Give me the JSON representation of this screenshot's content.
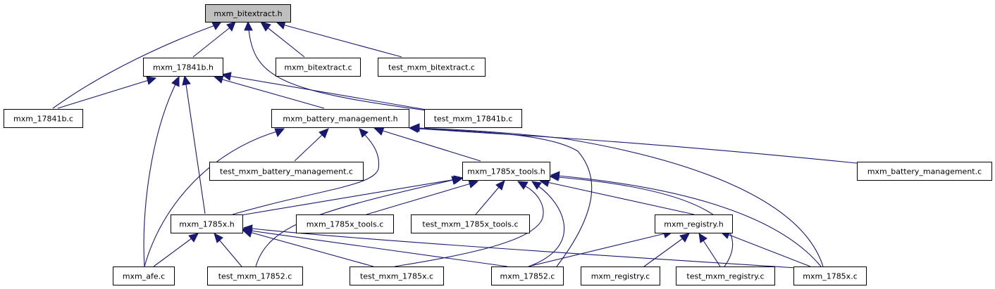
{
  "diagram": {
    "type": "include-dependency-graph",
    "colors": {
      "edge": "#191970",
      "root_fill": "#bfbfbf",
      "node_fill": "#ffffff",
      "node_border": "#000000"
    },
    "nodes": [
      {
        "id": "bitextract_h",
        "label": "mxm_bitextract.h",
        "root": true
      },
      {
        "id": "n17841b_h",
        "label": "mxm_17841b.h"
      },
      {
        "id": "bitextract_c",
        "label": "mxm_bitextract.c"
      },
      {
        "id": "test_bitextract_c",
        "label": "test_mxm_bitextract.c"
      },
      {
        "id": "n17841b_c",
        "label": "mxm_17841b.c"
      },
      {
        "id": "battmgmt_h",
        "label": "mxm_battery_management.h"
      },
      {
        "id": "test_17841b_c",
        "label": "test_mxm_17841b.c"
      },
      {
        "id": "test_battmgmt_c",
        "label": "test_mxm_battery_management.c"
      },
      {
        "id": "tools_h",
        "label": "mxm_1785x_tools.h"
      },
      {
        "id": "battmgmt_c",
        "label": "mxm_battery_management.c"
      },
      {
        "id": "n1785x_h",
        "label": "mxm_1785x.h"
      },
      {
        "id": "tools_c",
        "label": "mxm_1785x_tools.c"
      },
      {
        "id": "test_tools_c",
        "label": "test_mxm_1785x_tools.c"
      },
      {
        "id": "registry_h",
        "label": "mxm_registry.h"
      },
      {
        "id": "afe_c",
        "label": "mxm_afe.c"
      },
      {
        "id": "test_17852_c",
        "label": "test_mxm_17852.c"
      },
      {
        "id": "test_1785x_c",
        "label": "test_mxm_1785x.c"
      },
      {
        "id": "n17852_c",
        "label": "mxm_17852.c"
      },
      {
        "id": "registry_c",
        "label": "mxm_registry.c"
      },
      {
        "id": "test_registry_c",
        "label": "test_mxm_registry.c"
      },
      {
        "id": "n1785x_c",
        "label": "mxm_1785x.c"
      }
    ],
    "edges": [
      {
        "from": "n17841b_h",
        "to": "bitextract_h"
      },
      {
        "from": "bitextract_c",
        "to": "bitextract_h"
      },
      {
        "from": "test_bitextract_c",
        "to": "bitextract_h"
      },
      {
        "from": "n17841b_c",
        "to": "bitextract_h"
      },
      {
        "from": "test_17841b_c",
        "to": "bitextract_h"
      },
      {
        "from": "n17841b_c",
        "to": "n17841b_h"
      },
      {
        "from": "battmgmt_h",
        "to": "n17841b_h"
      },
      {
        "from": "test_17841b_c",
        "to": "n17841b_h"
      },
      {
        "from": "n1785x_h",
        "to": "n17841b_h"
      },
      {
        "from": "afe_c",
        "to": "n17841b_h"
      },
      {
        "from": "test_battmgmt_c",
        "to": "battmgmt_h"
      },
      {
        "from": "tools_h",
        "to": "battmgmt_h"
      },
      {
        "from": "battmgmt_c",
        "to": "battmgmt_h"
      },
      {
        "from": "n1785x_h",
        "to": "battmgmt_h"
      },
      {
        "from": "afe_c",
        "to": "battmgmt_h"
      },
      {
        "from": "n17852_c",
        "to": "battmgmt_h"
      },
      {
        "from": "n1785x_c",
        "to": "battmgmt_h"
      },
      {
        "from": "n1785x_h",
        "to": "tools_h"
      },
      {
        "from": "tools_c",
        "to": "tools_h"
      },
      {
        "from": "test_tools_c",
        "to": "tools_h"
      },
      {
        "from": "registry_h",
        "to": "tools_h"
      },
      {
        "from": "test_1785x_c",
        "to": "tools_h"
      },
      {
        "from": "n17852_c",
        "to": "tools_h"
      },
      {
        "from": "test_registry_c",
        "to": "tools_h"
      },
      {
        "from": "n1785x_c",
        "to": "tools_h"
      },
      {
        "from": "test_17852_c",
        "to": "tools_h"
      },
      {
        "from": "afe_c",
        "to": "n1785x_h"
      },
      {
        "from": "test_17852_c",
        "to": "n1785x_h"
      },
      {
        "from": "test_1785x_c",
        "to": "n1785x_h"
      },
      {
        "from": "n17852_c",
        "to": "n1785x_h"
      },
      {
        "from": "n1785x_c",
        "to": "n1785x_h"
      },
      {
        "from": "n17852_c",
        "to": "registry_h"
      },
      {
        "from": "registry_c",
        "to": "registry_h"
      },
      {
        "from": "test_registry_c",
        "to": "registry_h"
      },
      {
        "from": "n1785x_c",
        "to": "registry_h"
      }
    ]
  }
}
